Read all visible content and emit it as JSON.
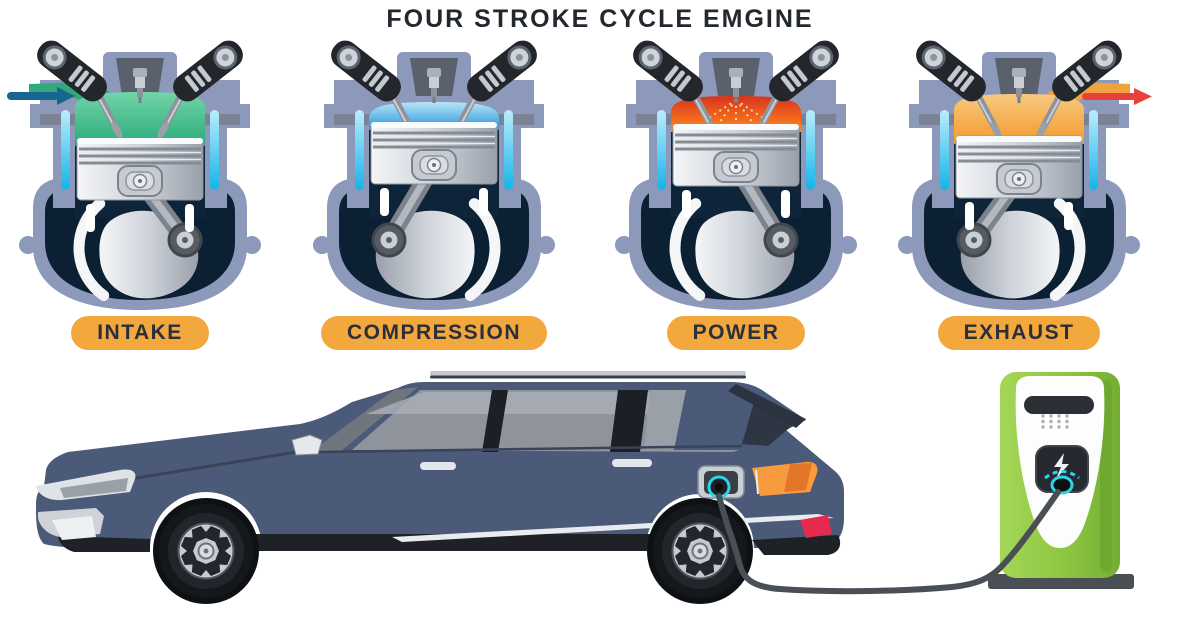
{
  "title": "FOUR STROKE CYCLE EMGINE",
  "strokes": [
    {
      "label": "INTAKE",
      "phase": "intake",
      "charge_top": "#72d6a8",
      "charge_bottom": "#2aa97b",
      "arrow_color": "#16668f"
    },
    {
      "label": "COMPRESSION",
      "phase": "compression",
      "charge_top": "#b8e4f8",
      "charge_bottom": "#2696dd"
    },
    {
      "label": "POWER",
      "phase": "power",
      "charge_top": "#d8331e",
      "charge_bottom": "#ff8a1c"
    },
    {
      "label": "EXHAUST",
      "phase": "exhaust",
      "charge_top": "#f8c97e",
      "charge_bottom": "#f29a2e",
      "arrow_color": "#e8413c"
    }
  ],
  "palette": {
    "title_text": "#23272e",
    "label_pill_bg": "#f2a83d",
    "label_text": "#2a2f3a",
    "engine_block": "#8d99ba",
    "crankcase_interior": "#0c2033",
    "cylinder_glow": "#1fc0f0",
    "car_body": "#4b5a78",
    "car_glass": "#8e939c",
    "taillight_orange": "#f79b3e",
    "taillight_red": "#e62a4d",
    "cable_gray": "#4a4f56",
    "station_green": "#8ac43f",
    "station_base": "#4a4f56",
    "plug_teal": "#2bd4e8"
  },
  "scene_description": {
    "left": "four-stroke engine cylinder cutaways",
    "bottom": "electric SUV charging from green EV charging station"
  }
}
